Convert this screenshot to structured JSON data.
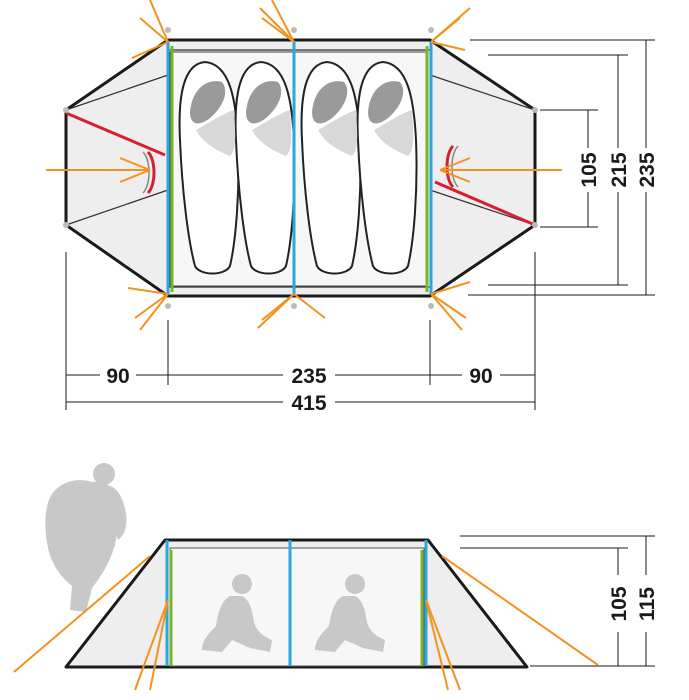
{
  "top_view": {
    "dimensions": {
      "vestibule_left": "90",
      "inner_length": "235",
      "vestibule_right": "90",
      "total_length": "415",
      "door_width": "105",
      "inner_width": "215",
      "total_width": "235"
    }
  },
  "side_view": {
    "dimensions": {
      "inner_height": "105",
      "total_height": "115"
    }
  },
  "colors": {
    "outline": "#1a1a1a",
    "fill": "#eeeeee",
    "inner_fill": "#f7f7f7",
    "guy_line": "#f29220",
    "pole_blue": "#2aa7e0",
    "pole_green": "#7ab42c",
    "door_red": "#d62030",
    "silhouette": "#c8c8c8"
  },
  "icons": {
    "sleeping_bags": "sleeping-bag-icon",
    "person_standing": "hiker-silhouette-icon",
    "persons_sitting": "sitting-person-icon"
  }
}
